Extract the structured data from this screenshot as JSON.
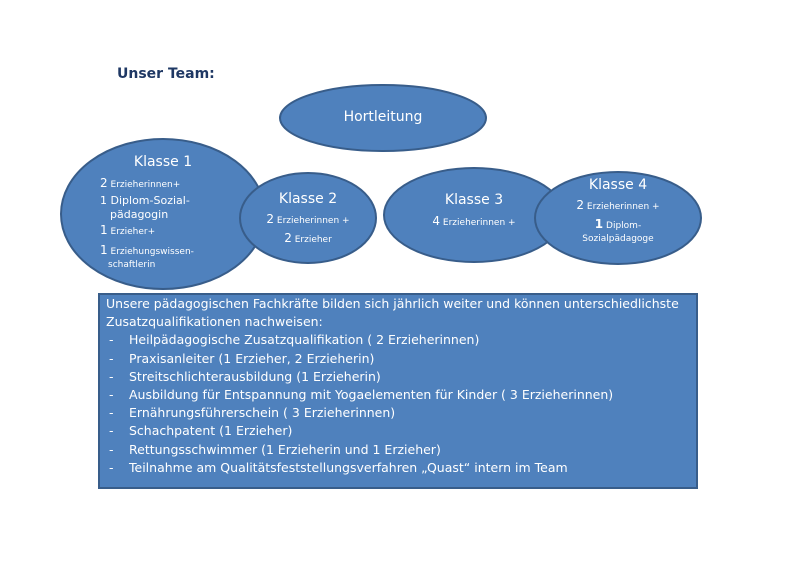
{
  "title": "Unser Team:",
  "leitung": "Hortleitung",
  "klassen": [
    {
      "name": "Klasse 1",
      "lines": [
        [
          "2",
          "Erzieherinnen+"
        ],
        [
          "1",
          "Diplom-Sozial-"
        ],
        [
          "",
          "pädagogin"
        ],
        [
          "1",
          "Erzieher+"
        ],
        [
          "1",
          "Erziehungswissen-"
        ],
        [
          "",
          "schaftlerin"
        ]
      ]
    },
    {
      "name": "Klasse 2",
      "lines": [
        [
          "2",
          "Erzieherinnen +"
        ],
        [
          "2",
          "Erzieher"
        ]
      ]
    },
    {
      "name": "Klasse 3",
      "lines": [
        [
          "4",
          "Erzieherinnen +"
        ]
      ]
    },
    {
      "name": "Klasse 4",
      "lines": [
        [
          "2",
          "Erzieherinnen +"
        ],
        [
          "1",
          "Diplom-"
        ],
        [
          "",
          "Sozialpädagoge"
        ]
      ]
    }
  ],
  "box": {
    "intro": "Unsere pädagogischen Fachkräfte bilden sich jährlich weiter und können unterschiedlichste Zusatzqualifikationen nachweisen:",
    "items": [
      "Heilpädagogische Zusatzqualifikation ( 2 Erzieherinnen)",
      "Praxisanleiter (1 Erzieher, 2 Erzieherin)",
      "Streitschlichterausbildung (1 Erzieherin)",
      "Ausbildung für Entspannung mit Yogaelementen für Kinder ( 3 Erzieherinnen)",
      "Ernährungsführerschein ( 3 Erzieherinnen)",
      "Schachpatent (1 Erzieher)",
      "Rettungsschwimmer (1 Erzieherin und 1 Erzieher)",
      "Teilnahme am Qualitätsfeststellungsverfahren „Quast“ intern im Team"
    ]
  },
  "colors": {
    "fill": "#4f81bd",
    "stroke": "#385d8a"
  }
}
